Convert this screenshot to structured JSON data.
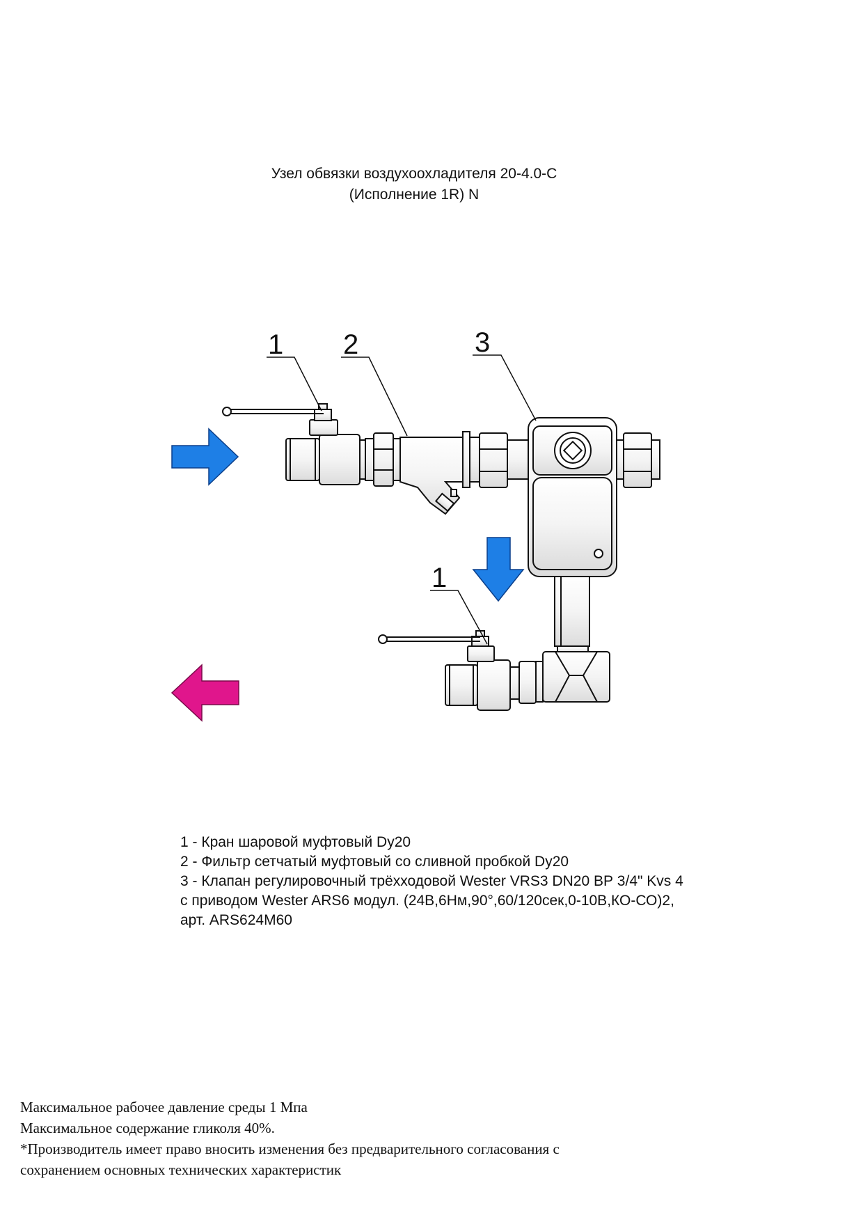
{
  "title": {
    "line1": "Узел обвязки воздухоохладителя 20-4.0-С",
    "line2": "(Исполнение 1R) N"
  },
  "callouts": {
    "valve_top": "1",
    "filter": "2",
    "control_valve": "3",
    "valve_bottom": "1"
  },
  "arrows": {
    "inlet_color": "#1e7fe6",
    "outlet_color": "#e0168c",
    "down_color": "#1e7fe6"
  },
  "legend": [
    "1 - Кран шаровой муфтовый Dy20",
    "2 - Фильтр сетчатый муфтовый со сливной пробкой Dy20",
    "3 - Клапан регулировочный трёхходовой Wester VRS3 DN20 ВР 3/4\" Kvs 4",
    "с приводом Wester ARS6 модул. (24В,6Нм,90°,60/120сек,0-10В,КО-СО)2,",
    "арт. ARS624M60"
  ],
  "notes": [
    "Максимальное рабочее давление среды 1 Мпа",
    "Максимальное содержание гликоля 40%.",
    "*Производитель имеет право вносить изменения без предварительного согласования с",
    "сохранением основных технических характеристик"
  ]
}
